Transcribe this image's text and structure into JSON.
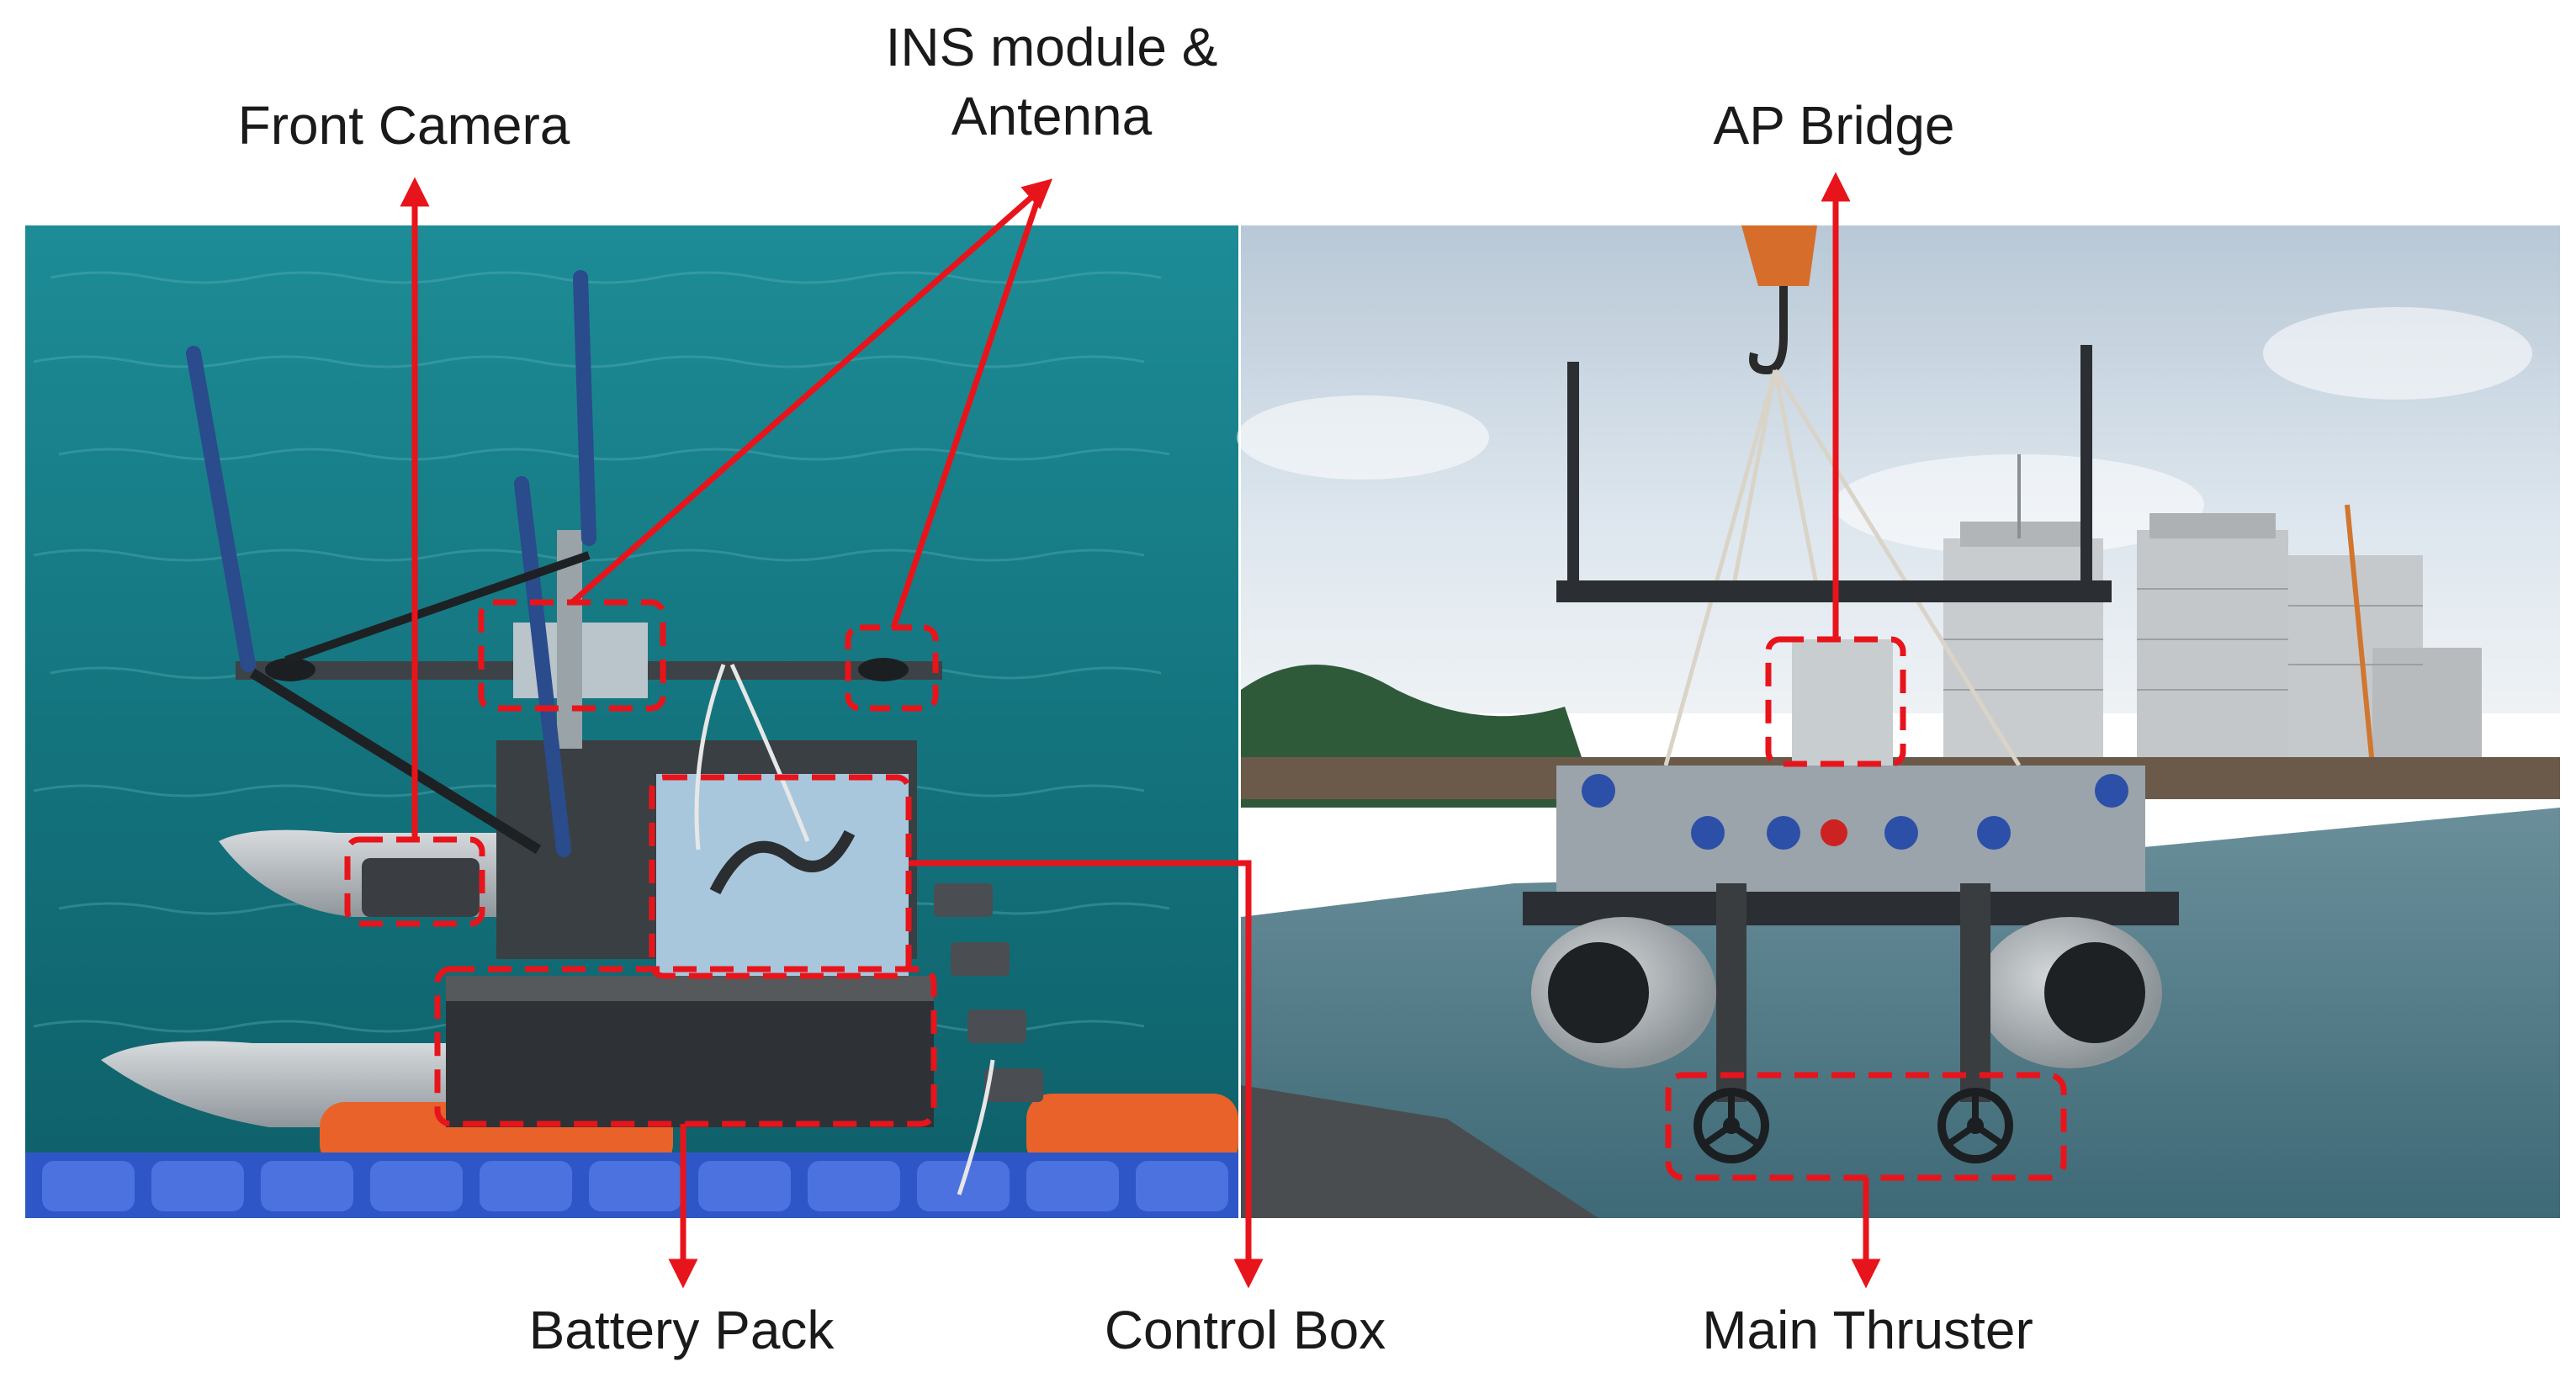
{
  "labels": {
    "front_camera": "Front Camera",
    "ins_module": "INS module &\nAntenna",
    "ap_bridge": "AP Bridge",
    "battery_pack": "Battery Pack",
    "control_box": "Control Box",
    "main_thruster": "Main Thruster"
  },
  "colors": {
    "annotation": "#e8141b",
    "sea_left": "#14808a",
    "sky_right": "#c9d6e1",
    "water_right": "#4f7c8a"
  }
}
